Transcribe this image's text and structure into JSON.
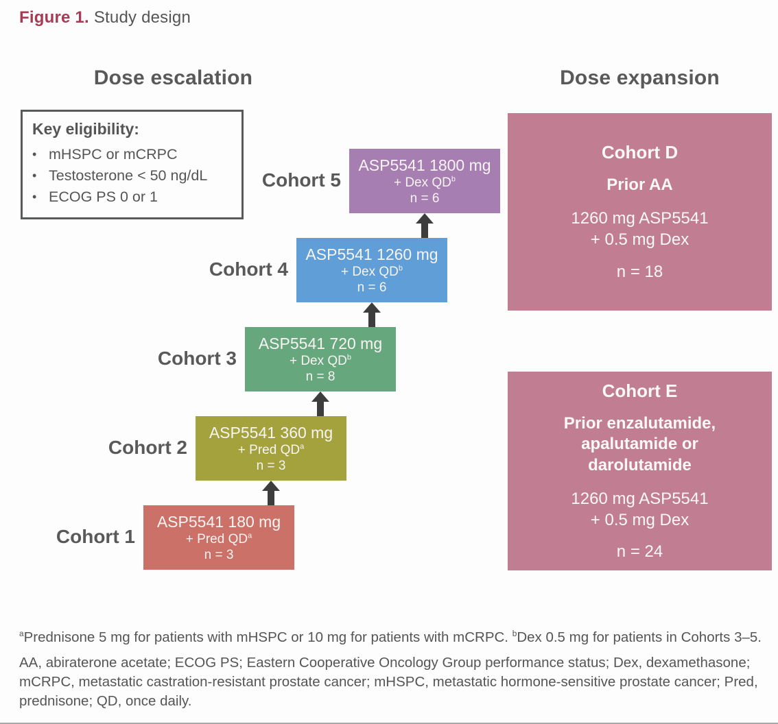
{
  "figure": {
    "label": "Figure 1.",
    "title": "Study design"
  },
  "colors": {
    "figure_label_red": "#a73a55",
    "heading_gray": "#595959",
    "arrow_gray": "#3d3d3d",
    "cohort1_salmon": "#cb7167",
    "cohort2_olive": "#a4a23d",
    "cohort3_green": "#67a77d",
    "cohort4_blue": "#5f9ed6",
    "cohort5_purple": "#a67eb1",
    "expansion_pink": "#c17d92"
  },
  "escalation": {
    "heading": "Dose escalation",
    "eligibility": {
      "title": "Key eligibility:",
      "bullet": "•",
      "items": [
        "mHSPC or mCRPC",
        "Testosterone < 50 ng/dL",
        "ECOG PS 0 or 1"
      ]
    },
    "cohorts": [
      {
        "label": "Cohort 1",
        "dose": "ASP5541 180 mg",
        "regimen": "+ Pred QD",
        "regimen_sup": "a",
        "n": "n = 3",
        "color": "#cb7167"
      },
      {
        "label": "Cohort 2",
        "dose": "ASP5541 360 mg",
        "regimen": "+ Pred QD",
        "regimen_sup": "a",
        "n": "n = 3",
        "color": "#a4a23d"
      },
      {
        "label": "Cohort 3",
        "dose": "ASP5541 720 mg",
        "regimen": "+ Dex QD",
        "regimen_sup": "b",
        "n": "n = 8",
        "color": "#67a77d"
      },
      {
        "label": "Cohort 4",
        "dose": "ASP5541 1260 mg",
        "regimen": "+ Dex QD",
        "regimen_sup": "b",
        "n": "n = 6",
        "color": "#5f9ed6"
      },
      {
        "label": "Cohort 5",
        "dose": "ASP5541 1800 mg",
        "regimen": "+ Dex QD",
        "regimen_sup": "b",
        "n": "n = 6",
        "color": "#a67eb1"
      }
    ]
  },
  "expansion": {
    "heading": "Dose expansion",
    "cohorts": [
      {
        "title": "Cohort D",
        "population": "Prior AA",
        "dose_line1": "1260 mg ASP5541",
        "dose_line2": "+ 0.5 mg Dex",
        "n": "n = 18",
        "color": "#c17d92"
      },
      {
        "title": "Cohort E",
        "population": "Prior enzalutamide, apalutamide or darolutamide",
        "dose_line1": "1260 mg ASP5541",
        "dose_line2": "+ 0.5 mg Dex",
        "n": "n = 24",
        "color": "#c17d92"
      }
    ]
  },
  "footnotes": {
    "dosing": {
      "sup_a": "a",
      "text_a": "Prednisone 5 mg for patients with mHSPC or 10 mg for patients with mCRPC. ",
      "sup_b": "b",
      "text_b": "Dex 0.5 mg for patients in Cohorts 3–5."
    },
    "abbreviations": "AA, abiraterone acetate; ECOG PS; Eastern Cooperative Oncology Group performance status; Dex, dexamethasone; mCRPC, metastatic castration-resistant prostate cancer; mHSPC, metastatic hormone-sensitive prostate cancer; Pred, prednisone; QD, once daily."
  }
}
